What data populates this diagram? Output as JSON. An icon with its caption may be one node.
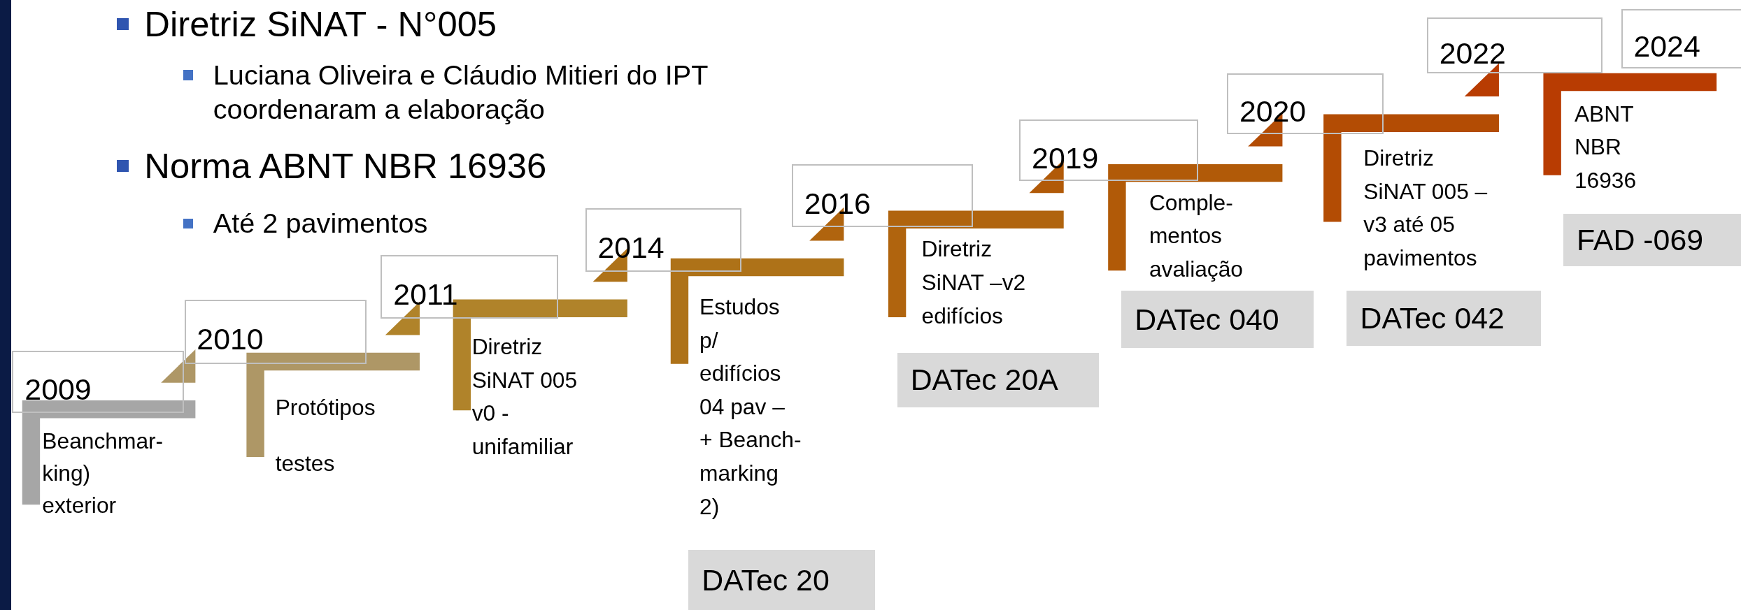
{
  "diagram": {
    "nodes": [
      {
        "text": [
          "2009"
        ],
        "beside": [
          "Beanchmar- king) exterior"
        ]
      },
      {
        "text": [
          "2010"
        ],
        "beside": [
          "Protótipos testes"
        ]
      },
      {
        "text": [
          "2011"
        ],
        "beside": [
          "Diretriz SiNAT 005 v0 - unifamiliar"
        ]
      },
      {
        "text": [
          "2014"
        ],
        "beside": [
          "Estudos p/ edifícios 04 pav – + Beanch- marking 2)"
        ]
      },
      {
        "text": [
          "DATec 20"
        ]
      },
      {
        "text": [
          "2016"
        ],
        "beside": [
          "Diretriz SiNAT –v2 edifícios"
        ]
      },
      {
        "text": [
          "DATec 20A"
        ]
      },
      {
        "text": [
          "2019"
        ],
        "beside": [
          "Comple- mentos avaliação"
        ]
      },
      {
        "text": [
          "DATec 040"
        ]
      },
      {
        "text": [
          "2020"
        ],
        "beside": [
          "Diretriz SiNAT 005 – v3 até 05 pavimentos"
        ]
      },
      {
        "text": [
          "DATec 042"
        ]
      },
      {
        "text": [
          "2022"
        ],
        "beside": [
          "ABNT NBR 16936"
        ]
      },
      {
        "text": [
          "FAD -069"
        ]
      },
      {
        "text": [
          "2024"
        ]
      },
      {
        "text": [],
        "shape": "bar"
      }
    ],
    "labels": [
      "Diretriz SiNAT - N°005",
      "Luciana Oliveira e Cláudio Mitieri do IPT coordenaram a elaboração",
      "Norma ABNT NBR 16936",
      "Até 2 pavimentos"
    ]
  }
}
